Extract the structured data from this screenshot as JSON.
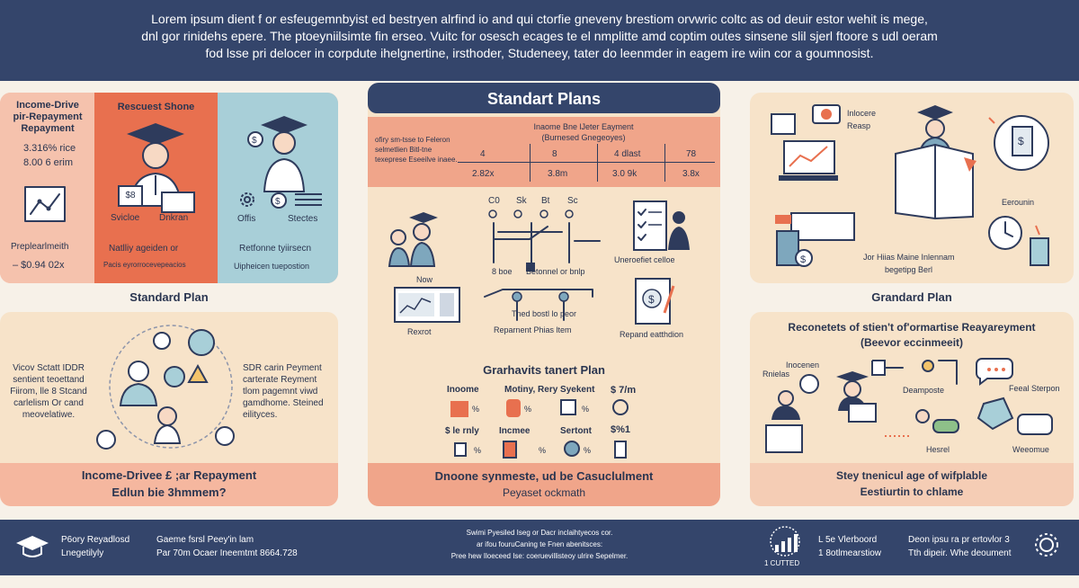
{
  "banner": {
    "lines": [
      "Lorem ipsum dient f or esfeugemnbyist ed bestryen alrfind io and qui ctorfie gneveny brestiom orvwric coltc as od deuir estor wehit is mege,",
      "dnl gor rinidehs epere. The ptoeyniilsimte fin erseo. Vuitc for osesch ecages te el nmplitte amd coptim outes sinsene slil sjerl ftoore s udl oeram",
      "fod lsse pri delocer in corpdute ihelgnertine, irsthoder, Studeneey, tater do leenmder in eagem ire wiin cor a goumnosist."
    ]
  },
  "left": {
    "idr": {
      "title": "Income-Drive pir-Repayment Repayment",
      "l1": "3.316% rice",
      "l2": "8.00 6 erim",
      "line_label": "Preplearlmeith",
      "amount": "– $0.94 02x"
    },
    "research": {
      "title": "Rescuest Shone",
      "lbl1": "Svicloe",
      "lbl2": "Dnkran",
      "dollar": "$8",
      "note1": "Natlliy ageiden or",
      "note2": "Pacis eyrorrocevepeacios"
    },
    "retire": {
      "lbl1": "Offis",
      "lbl2": "Stectes",
      "note1": "Retfonne tyiirsecn",
      "note2": "Uipheicen tuepostion"
    },
    "caption": "Standard Plan",
    "group": {
      "left_text": "Vicov Sctatt IDDR sentient teoettand Fiirom, lle 8 Stcand carlelism Or cand meovelatiwe.",
      "right_text": "SDR carin Peyment carterate Reyment tlom pagemnt viwd gamdhome. Steined eilityces.",
      "bottom1": "Income-Drivee £ ;ar Repayment",
      "bottom2": "Edlun bie 3hmmem?"
    }
  },
  "center": {
    "title": "Standart Plans",
    "table": {
      "header1": "Inaome Bne lJeter Eayment",
      "header2": "(Burnesed Gnegeoyes)",
      "left_text": "ofiry sm-tsse to Feleron selmetlien Bitl-tne texeprese Eseeilve inaee.",
      "cols": [
        "4",
        "8",
        "4 dlast",
        "78"
      ],
      "vals": [
        "2.82x",
        "3.8m",
        "3.0 9k",
        "3.8x"
      ]
    },
    "flow": {
      "top": [
        "C0",
        "Sk",
        "Bt",
        "Sc"
      ],
      "node1": "8 boe",
      "node2": "Betonnel or bnlp",
      "node3": "Uneroefiet celloe",
      "now": "Now",
      "record": "Rexrot",
      "node4": "Tned bostl lo peor",
      "node5": "Reparnent Phias ltem",
      "node6": "Repand eatthdion"
    },
    "grad": {
      "title": "Grarhavits tanert Plan",
      "row1": [
        "Inoome",
        "Motiny, Rery Syekent",
        "$ 7/m"
      ],
      "row1_pct": [
        "%",
        "%",
        "%"
      ],
      "row2": [
        "$ le rnly",
        "Incmee",
        "Sertont",
        "$%1"
      ],
      "row2_pct": [
        "%",
        "%",
        "%"
      ]
    },
    "bottom1": "Dnoone synmeste, ud be Casuclulment",
    "bottom2": "Peyaset ockmath"
  },
  "right": {
    "top": {
      "lbl1": "Inlocere",
      "lbl2": "Reasp",
      "lbl3": "Eerounin",
      "note1": "Jor Hiias Maine Inlennam",
      "note2": "begetipg Berl"
    },
    "caption": "Grandard Plan",
    "repay": {
      "title1": "Reconetets of stien't of'ormartise Reayareyment",
      "title2": "(Beevor eccinmeeit)",
      "lbl1": "Inocenen",
      "lbl2": "Rnielas",
      "lbl3": "Deamposte",
      "lbl4": "Feeal Sterpon",
      "lbl5": "Hesrel",
      "lbl6": "Weeomue"
    },
    "bottom1": "Stey tnenicul age of wifplable",
    "bottom2": "Eestiurtin to chlame"
  },
  "footer": {
    "col1a": "P6ory Reyadlosd",
    "col1b": "Lnegetilyly",
    "col2a": "Gaeme fsrsl Peey'in lam",
    "col2b": "Par 70m Ocaer Ineemtmt 8664.728",
    "mid1": "Swimi Pyesiled Iseg or Dacr inclaihtyecos cor.",
    "mid2": "ar ifou fouruCaning te Fnen abenitsces:",
    "mid3": "Pree hew Iloeceed Ise: coeruevillisteoy ulrire Sepelmer.",
    "stats_label": "1 CUTTED",
    "col4a": "L 5e Vlerboord",
    "col4b": "1 8otlmearstiow",
    "col5a": "Deon ipsu ra pr ertovlor 3",
    "col5b": "Tth dipeir. Whe deoument"
  },
  "colors": {
    "navy": "#34456b",
    "salmon": "#f0a58a",
    "orange": "#e8704f",
    "blue": "#a8cfd8",
    "cream": "#f7e3c9",
    "peach": "#f5cdb5"
  }
}
